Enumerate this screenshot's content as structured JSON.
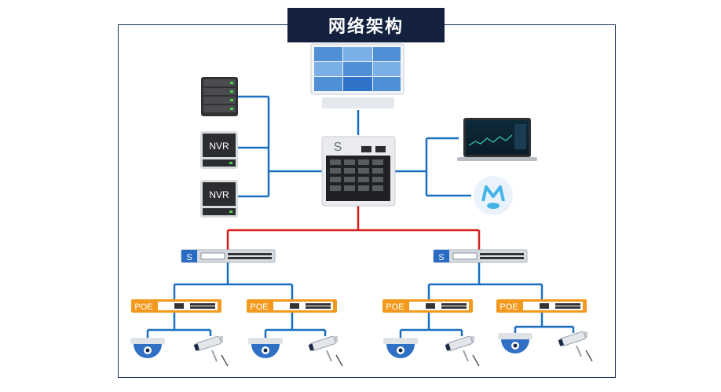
{
  "title": "网络架构",
  "nvr_label": "NVR",
  "core_switch_label": "S",
  "access_switch_label": "S",
  "poe_label": "POE",
  "colors": {
    "banner": "#13213f",
    "frame": "#1a2f5e",
    "blue_link": "#1b6fc0",
    "red_link": "#d81e1e",
    "poe_orange": "#f39a1e",
    "switch_blue": "#2a6cc4"
  },
  "icons": [
    "video-wall-icon",
    "server-icon",
    "nvr-icon",
    "core-switch-icon",
    "laptop-icon",
    "cloud-app-icon",
    "access-switch-icon",
    "poe-switch-icon",
    "dome-camera-icon",
    "bullet-camera-icon"
  ]
}
